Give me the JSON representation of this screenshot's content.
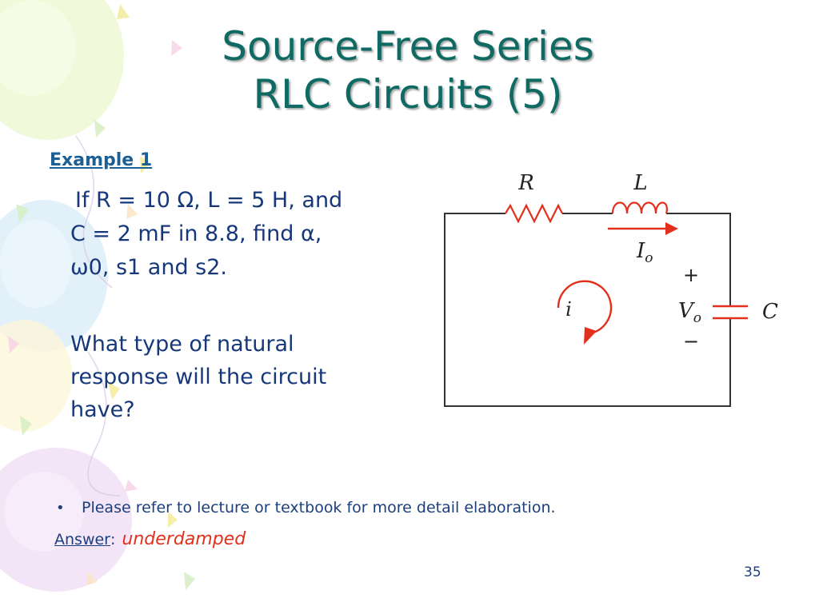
{
  "slide": {
    "title_line1": "Source-Free Series",
    "title_line2": "RLC Circuits (5)",
    "example_heading": "Example 1",
    "problem_line1": "If R = 10 Ω, L = 5 H, and",
    "problem_line2": "C = 2 mF in 8.8, find α,",
    "problem_line3": "ω0, s1 and s2.",
    "question_line1": "What type of natural",
    "question_line2": "response will the circuit",
    "question_line3": "have?",
    "bullet_symbol": "•",
    "bullet_text": "Please refer to lecture or textbook for more detail elaboration.",
    "answer_label": "Answer",
    "answer_separator": ":",
    "answer_value": "underdamped",
    "page_number": "35"
  },
  "circuit": {
    "label_r": "R",
    "label_l": "L",
    "label_c": "C",
    "label_current_main": "I",
    "label_current_sub": "o",
    "label_voltage_main": "V",
    "label_voltage_sub": "o",
    "label_plus": "+",
    "label_minus": "−",
    "label_loop": "i"
  },
  "colors": {
    "title": "#0e6a63",
    "body_text": "#16387a",
    "link": "#1b5f94",
    "answer": "#e2301c",
    "arrow": "#e2301c"
  }
}
